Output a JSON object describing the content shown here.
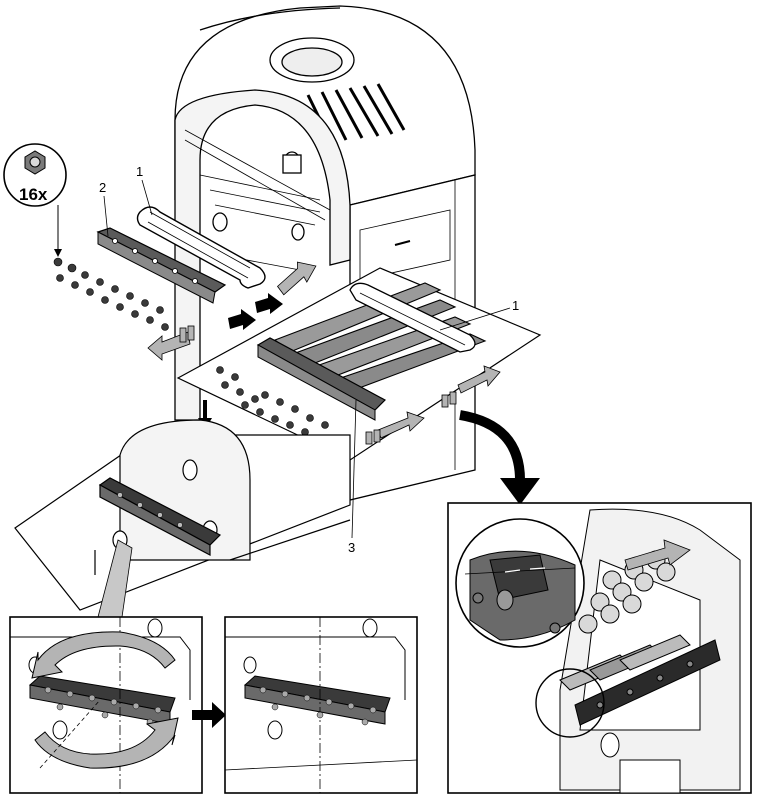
{
  "figure": {
    "quantity_label": "16x",
    "callouts": [
      "1",
      "2",
      "1",
      "3"
    ],
    "panels": [
      "before-rotation",
      "after-rotation",
      "detail-view"
    ]
  },
  "colors": {
    "line": "#000000",
    "arrow_fill": "#a8a8a8",
    "dark_part": "#3a3a3a",
    "mid_gray": "#7a7a7a",
    "light_gray": "#d9d9d9",
    "background": "#ffffff"
  },
  "icons": [
    "nut-icon",
    "arrow-down-icon",
    "arrow-right-icon",
    "rotate-arrow-icon",
    "curved-arrow-icon"
  ]
}
